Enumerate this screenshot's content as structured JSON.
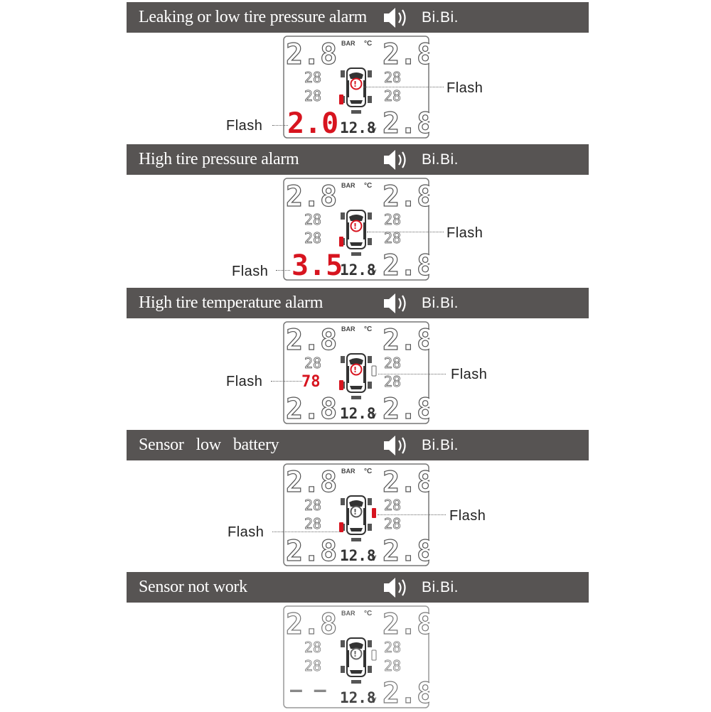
{
  "sound_text": "Bi.Bi.",
  "lcd": {
    "unit_bar": "BAR",
    "unit_celsius": "°C",
    "pressure_default": "2.8",
    "temp_default": "28",
    "voltage": "12.8",
    "voltage_unit": "V",
    "lost_signal": "— —"
  },
  "colors": {
    "banner_bg": "#575453",
    "banner_text": "#ffffff",
    "alarm_red": "#d7141f",
    "lcd_segment": "#333333",
    "lcd_ghost": "#c9c9c9"
  },
  "panels": [
    {
      "title": "Leaking or low tire pressure alarm",
      "flash_labels": [
        "Flash",
        "Flash"
      ],
      "alarm_value": "2.0"
    },
    {
      "title": "High tire pressure alarm",
      "flash_labels": [
        "Flash",
        "Flash"
      ],
      "alarm_value": "3.5"
    },
    {
      "title": "High tire temperature alarm",
      "flash_labels": [
        "Flash",
        "Flash"
      ],
      "alarm_value": "78"
    },
    {
      "title": "Sensor   low   battery",
      "flash_labels": [
        "Flash",
        "Flash"
      ]
    },
    {
      "title": "Sensor not work",
      "flash_labels": []
    }
  ]
}
